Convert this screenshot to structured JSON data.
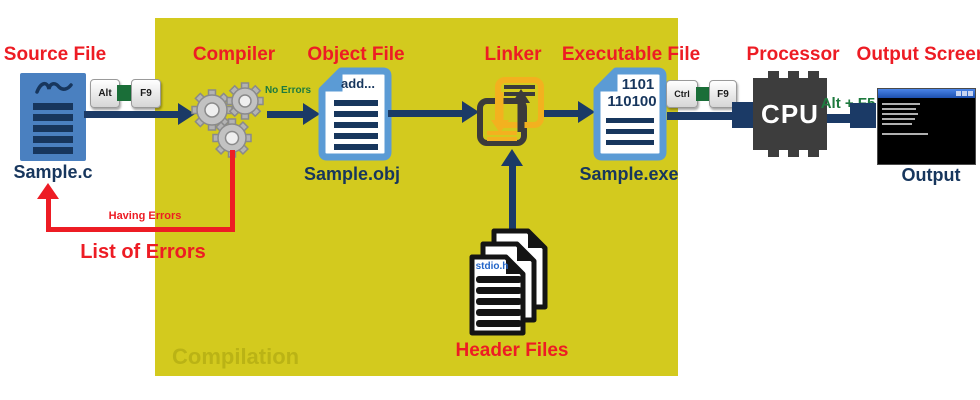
{
  "colors": {
    "accent_red": "#ed1c24",
    "arrow_navy": "#1b3a66",
    "text_navy": "#17365d",
    "box_yellow": "#d3ca1e",
    "key_green": "#1a6e38",
    "label_green": "#1e7a3e",
    "source_doc_blue": "#4a80c0",
    "doc_outline_blue": "#5b9bd5",
    "linker_gold": "#f3b11f",
    "chip_dark": "#3d3d3d"
  },
  "compilation_box": {
    "label": "Compilation"
  },
  "source": {
    "title": "Source File",
    "file_label": "Sample.c",
    "key1": "Alt",
    "key2": "F9"
  },
  "compiler": {
    "title": "Compiler",
    "no_errors_label": "No Errors",
    "error_path_label": "Having Errors",
    "error_list_label": "List of Errors"
  },
  "object_file": {
    "title": "Object File",
    "doc_text": "add...",
    "file_label": "Sample.obj"
  },
  "linker": {
    "title": "Linker"
  },
  "header_files": {
    "title": "Header Files",
    "doc_text": "stdio.h"
  },
  "executable": {
    "title": "Executable File",
    "doc_line1": "1101",
    "doc_line2": "110100",
    "file_label": "Sample.exe",
    "key1": "Ctrl",
    "key2": "F9"
  },
  "processor": {
    "title": "Processor",
    "chip_label": "CPU",
    "run_keys_label": "Alt + F5"
  },
  "output": {
    "title": "Output Screen",
    "screen_label": "Output"
  }
}
